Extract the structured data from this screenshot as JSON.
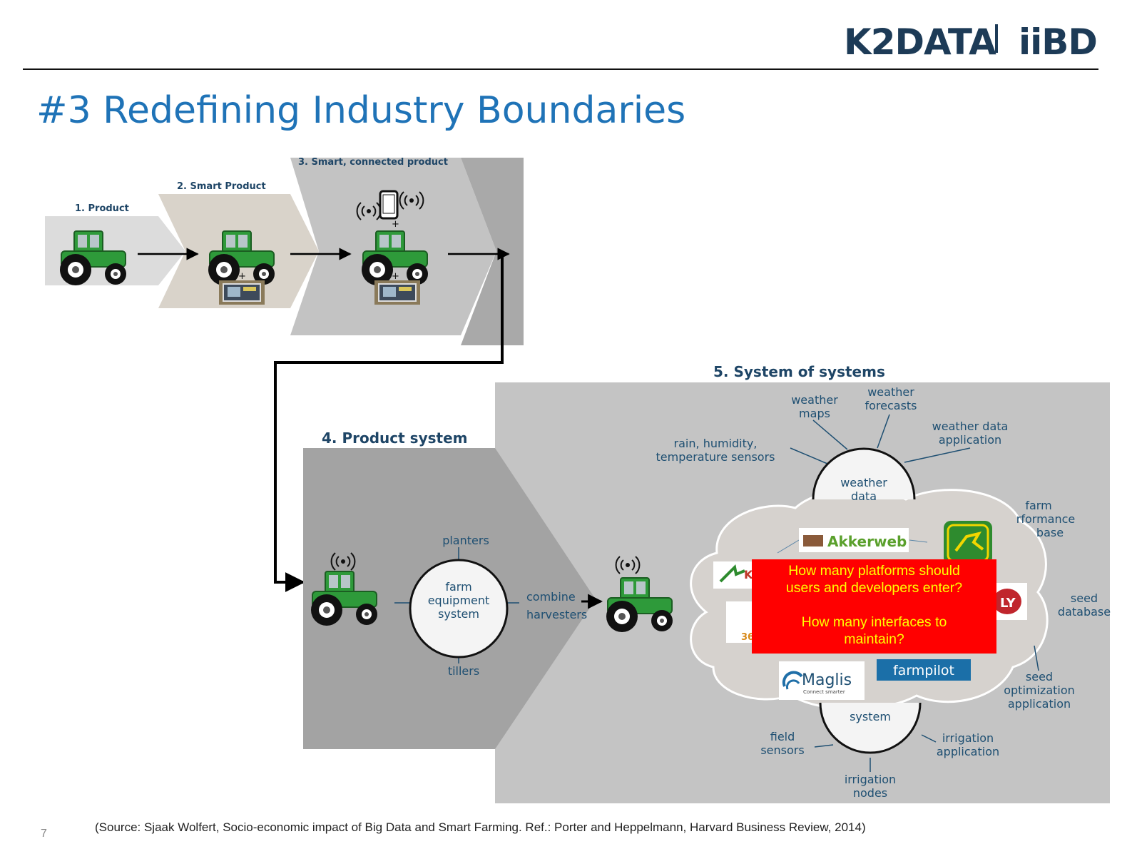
{
  "header": {
    "logo_k2data": "K2DATA",
    "logo_iibd": "iiBD"
  },
  "page_title": "#3 Redefining Industry Boundaries",
  "stages": {
    "product": "1. Product",
    "smart_product": "2. Smart Product",
    "smart_connected": "3. Smart, connected product",
    "product_system": "4. Product system",
    "system_of_systems": "5. System of systems"
  },
  "plus_sign": "+",
  "product_system": {
    "hub_line1": "farm",
    "hub_line2": "equipment",
    "hub_line3": "system",
    "planters": "planters",
    "tillers": "tillers",
    "combine_line1": "combine",
    "combine_line2": "harvesters"
  },
  "weather": {
    "hub_line1": "weather",
    "hub_line2": "data",
    "maps_line1": "weather",
    "maps_line2": "maps",
    "forecasts_line1": "weather",
    "forecasts_line2": "forecasts",
    "app_line1": "weather data",
    "app_line2": "application",
    "sensors_line1": "rain, humidity,",
    "sensors_line2": "temperature sensors"
  },
  "farm_perf": {
    "line1": "farm",
    "line2": "rformance",
    "line3": "base"
  },
  "seed": {
    "db_line1": "seed",
    "db_line2": "database",
    "opt_line1": "seed",
    "opt_line2": "optimization",
    "opt_line3": "application"
  },
  "irrigation": {
    "hub": "system",
    "field_line1": "field",
    "field_line2": "sensors",
    "app_line1": "irrigation",
    "app_line2": "application",
    "nodes_line1": "irrigation",
    "nodes_line2": "nodes"
  },
  "platforms": {
    "akkerweb": "Akkerweb",
    "maglis": "Maglis",
    "maglis_tag": "Connect smarter",
    "farmpilot": "farmpilot",
    "partial_k": "K",
    "partial_36": "36",
    "partial_ly": "LY"
  },
  "callout": {
    "question1_line1": "How many platforms should",
    "question1_line2": "users and developers enter?",
    "question2_line1": "How many interfaces to",
    "question2_line2": "maintain?"
  },
  "source_note": "(Source: Sjaak Wolfert, Socio-economic impact of Big Data and Smart Farming.  Ref.: Porter  and Heppelmann, Harvard Business Review, 2014)",
  "page_number": "7",
  "colors": {
    "title_blue": "#1f73b7",
    "label_blue": "#1e4f72",
    "tractor_green": "#2e9a3a",
    "callout_red": "#ff0000",
    "callout_text": "#ffff00"
  }
}
